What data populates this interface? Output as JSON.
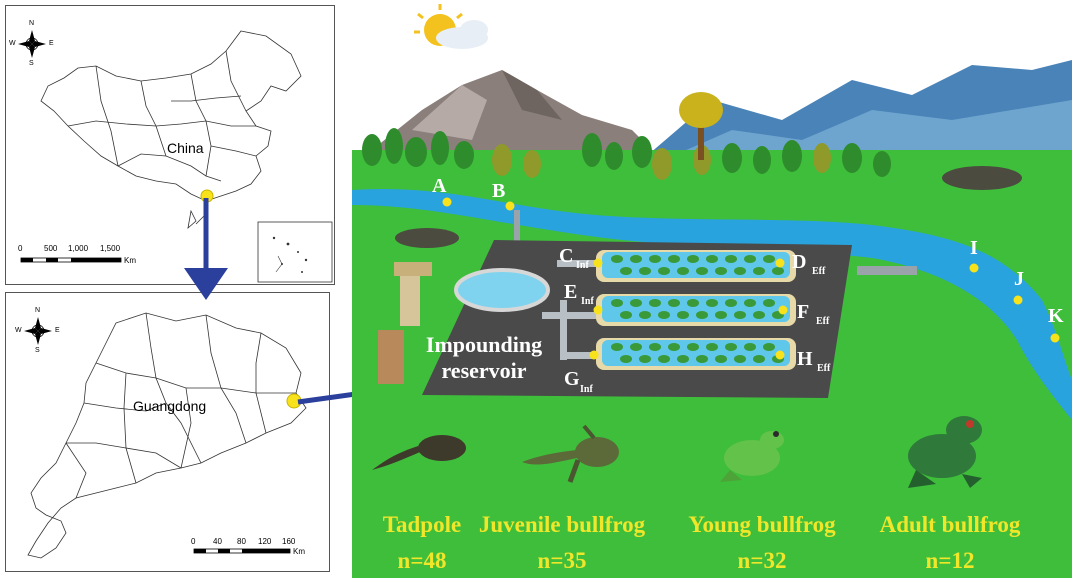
{
  "maps": {
    "china": {
      "label": "China",
      "scale_ticks": [
        "0",
        "500",
        "1,000",
        "1,500"
      ],
      "scale_unit": "Km"
    },
    "guangdong": {
      "label": "Guangdong",
      "scale_ticks": [
        "0",
        "40",
        "80",
        "120",
        "160"
      ],
      "scale_unit": "Km"
    },
    "compass": {
      "n": "N",
      "s": "S",
      "e": "E",
      "w": "W"
    }
  },
  "scene": {
    "sites": {
      "a": "A",
      "b": "B",
      "c": "C",
      "c_sub": "Inf",
      "d": "D",
      "d_sub": "Eff",
      "e": "E",
      "e_sub": "Inf",
      "f": "F",
      "f_sub": "Eff",
      "g": "G",
      "g_sub": "Inf",
      "h": "H",
      "h_sub": "Eff",
      "i": "I",
      "j": "J",
      "k": "K"
    },
    "reservoir_line1": "Impounding",
    "reservoir_line2": "reservoir",
    "stages": [
      {
        "name": "Tadpole",
        "count": "n=48"
      },
      {
        "name": "Juvenile bullfrog",
        "count": "n=35"
      },
      {
        "name": "Young bullfrog",
        "count": "n=32"
      },
      {
        "name": "Adult bullfrog",
        "count": "n=12"
      }
    ]
  },
  "colors": {
    "grass": "#3fbe3c",
    "river": "#29a3dd",
    "sky": "#ffffff",
    "label_yellow": "#f0e62a",
    "point_yellow": "#f7e21b",
    "arrow_blue": "#2b3f9c",
    "platform": "#4a4a4a"
  }
}
